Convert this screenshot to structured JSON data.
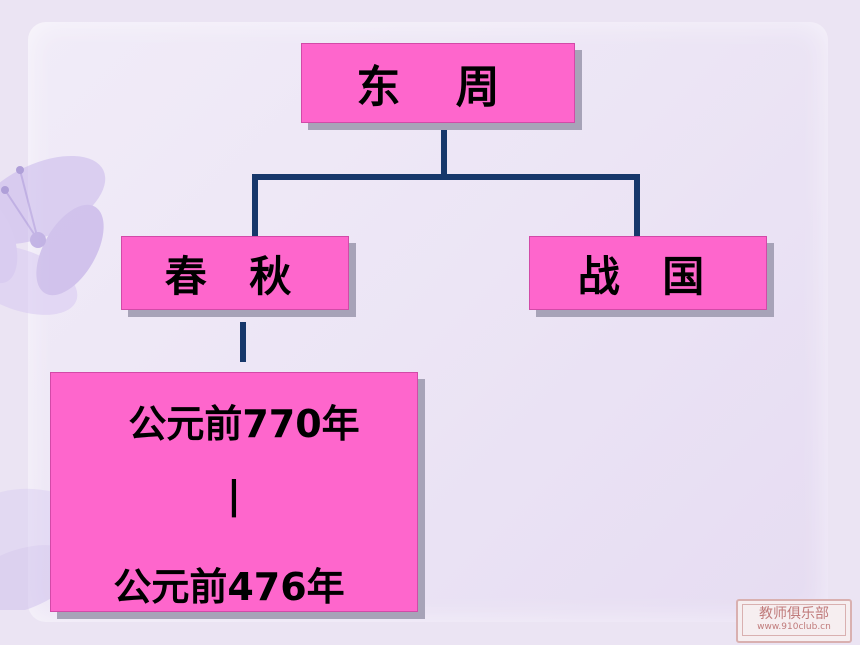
{
  "root": {
    "label": "东 周"
  },
  "children": [
    {
      "label": "春 秋"
    },
    {
      "label": "战 国"
    }
  ],
  "period": {
    "start": "公元前770年",
    "separator": "|",
    "end": "公元前476年"
  },
  "watermark": {
    "line1": "教师俱乐部",
    "line2": "www.910club.cn"
  },
  "colors": {
    "box_fill": "#fe66cc",
    "connector": "#17386b",
    "background": "#ebe4f3"
  }
}
